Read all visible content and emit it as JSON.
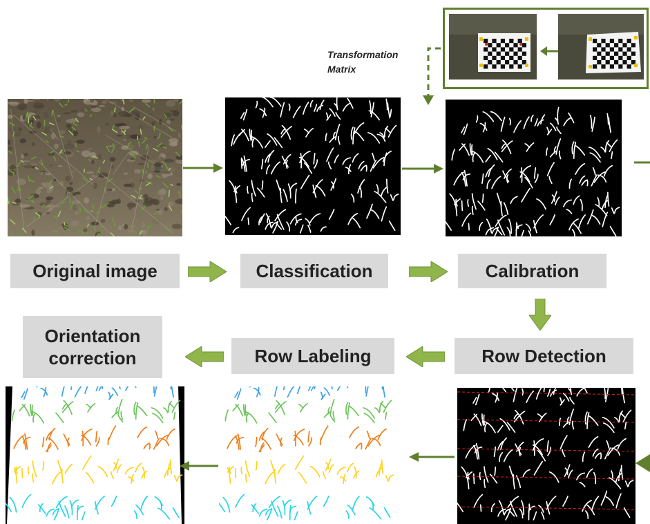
{
  "labels": {
    "original": "Original image",
    "classification": "Classification",
    "calibration": "Calibration",
    "row_detection": "Row Detection",
    "row_labeling": "Row Labeling",
    "orientation": "Orientation correction"
  },
  "transformation": {
    "line1": "Transformation",
    "line2": "Matrix"
  },
  "colors": {
    "arrow": "#5f7f2f",
    "block_arrow": "#8fb54b",
    "label_bg": "#d9d9d9",
    "inset_border": "#5f7f2f",
    "row_line": "#e02020",
    "row_colors": [
      "#3aa0e8",
      "#6cc35a",
      "#f07c1a",
      "#ffd21a",
      "#27d4e6"
    ]
  }
}
